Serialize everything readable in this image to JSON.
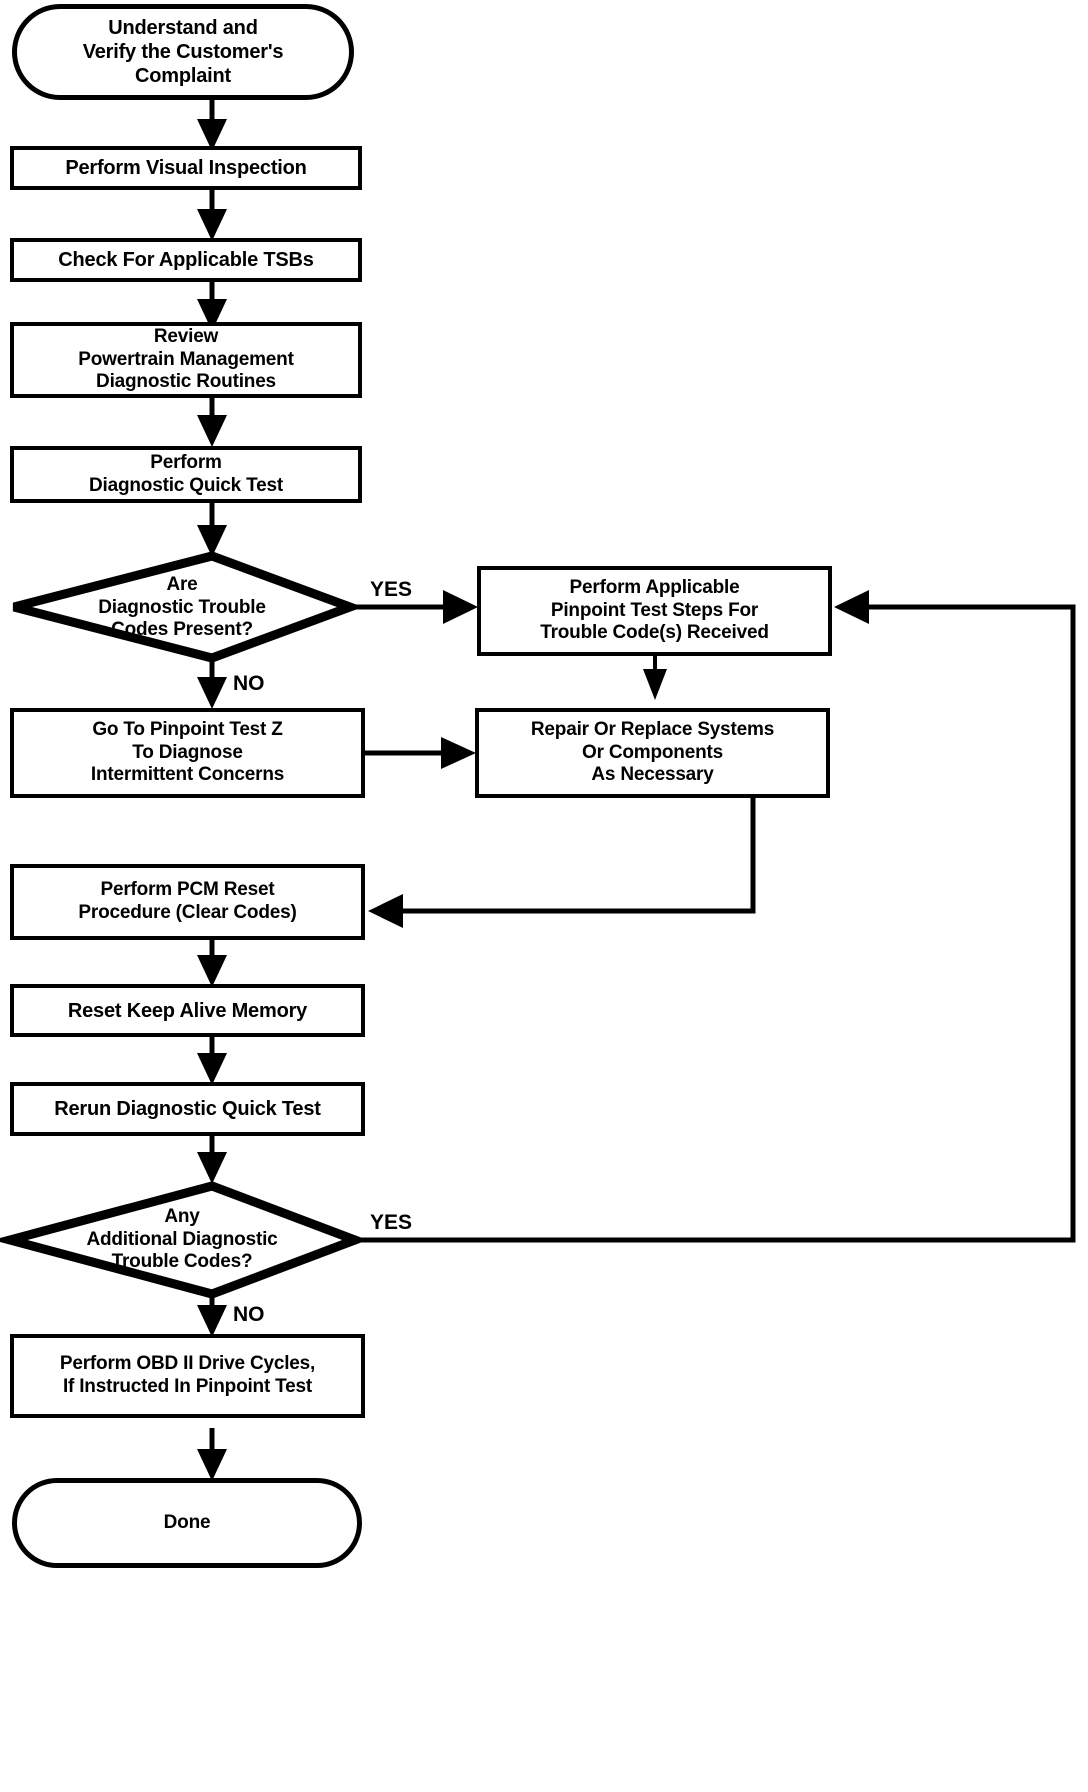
{
  "diagram": {
    "title": "Powertrain Control / Emissions Diagnosis Flowchart",
    "ink_color": "#000000",
    "paper_color": "#FFFFFF"
  },
  "nodes": {
    "start": {
      "shape": "terminator",
      "text": "Understand and\nVerify the Customer's\nComplaint"
    },
    "visual_inspection": {
      "shape": "process",
      "text": "Perform Visual Inspection"
    },
    "check_tsbs": {
      "shape": "process",
      "text": "Check For Applicable TSBs"
    },
    "review_routines": {
      "shape": "process",
      "text": "Review\nPowertrain Management\nDiagnostic Routines"
    },
    "quick_test": {
      "shape": "process",
      "text": "Perform\nDiagnostic Quick Test"
    },
    "dtc_present": {
      "shape": "decision",
      "text": "Are\nDiagnostic Trouble\nCodes Present?"
    },
    "pinpoint_steps": {
      "shape": "process",
      "text": "Perform Applicable\nPinpoint Test Steps For\nTrouble Code(s) Received"
    },
    "pinpoint_z": {
      "shape": "process",
      "text": "Go To Pinpoint Test Z\nTo Diagnose\nIntermittent  Concerns"
    },
    "repair_replace": {
      "shape": "process",
      "text": "Repair Or Replace Systems\nOr Components\nAs Necessary"
    },
    "pcm_reset": {
      "shape": "process",
      "text": "Perform PCM Reset\nProcedure (Clear Codes)"
    },
    "reset_kam": {
      "shape": "process",
      "text": "Reset Keep Alive Memory"
    },
    "rerun_quick_test": {
      "shape": "process",
      "text": "Rerun Diagnostic Quick Test"
    },
    "additional_dtcs": {
      "shape": "decision",
      "text": "Any\nAdditional Diagnostic\nTrouble Codes?"
    },
    "obd_drive_cycles": {
      "shape": "process",
      "text": "Perform OBD II Drive Cycles,\nIf Instructed In Pinpoint Test"
    },
    "done": {
      "shape": "terminator",
      "text": "Done"
    }
  },
  "edge_labels": {
    "dtc_yes": "YES",
    "dtc_no": "NO",
    "additional_yes": "YES",
    "additional_no": "NO"
  }
}
